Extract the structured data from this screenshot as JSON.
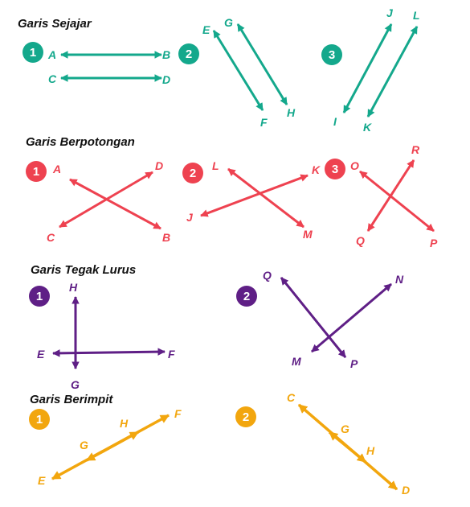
{
  "colors": {
    "green": "#14a88c",
    "red": "#ee4250",
    "purple": "#5f1f86",
    "orange": "#f2a60e"
  },
  "sections": [
    {
      "title": "Garis Sejajar",
      "color": "green",
      "badges": [
        "1",
        "2",
        "3"
      ],
      "points": [
        "A",
        "B",
        "C",
        "D",
        "E",
        "F",
        "G",
        "H",
        "I",
        "J",
        "K",
        "L"
      ]
    },
    {
      "title": "Garis Berpotongan",
      "color": "red",
      "badges": [
        "1",
        "2",
        "3"
      ],
      "points": [
        "A",
        "B",
        "C",
        "D",
        "J",
        "K",
        "L",
        "M",
        "O",
        "P",
        "Q",
        "R"
      ]
    },
    {
      "title": "Garis Tegak Lurus",
      "color": "purple",
      "badges": [
        "1",
        "2"
      ],
      "points": [
        "H",
        "G",
        "E",
        "F",
        "Q",
        "P",
        "M",
        "N"
      ]
    },
    {
      "title": "Garis Berimpit",
      "color": "orange",
      "badges": [
        "1",
        "2"
      ],
      "points": [
        "E",
        "G",
        "H",
        "F",
        "C",
        "G",
        "H",
        "D"
      ]
    }
  ]
}
